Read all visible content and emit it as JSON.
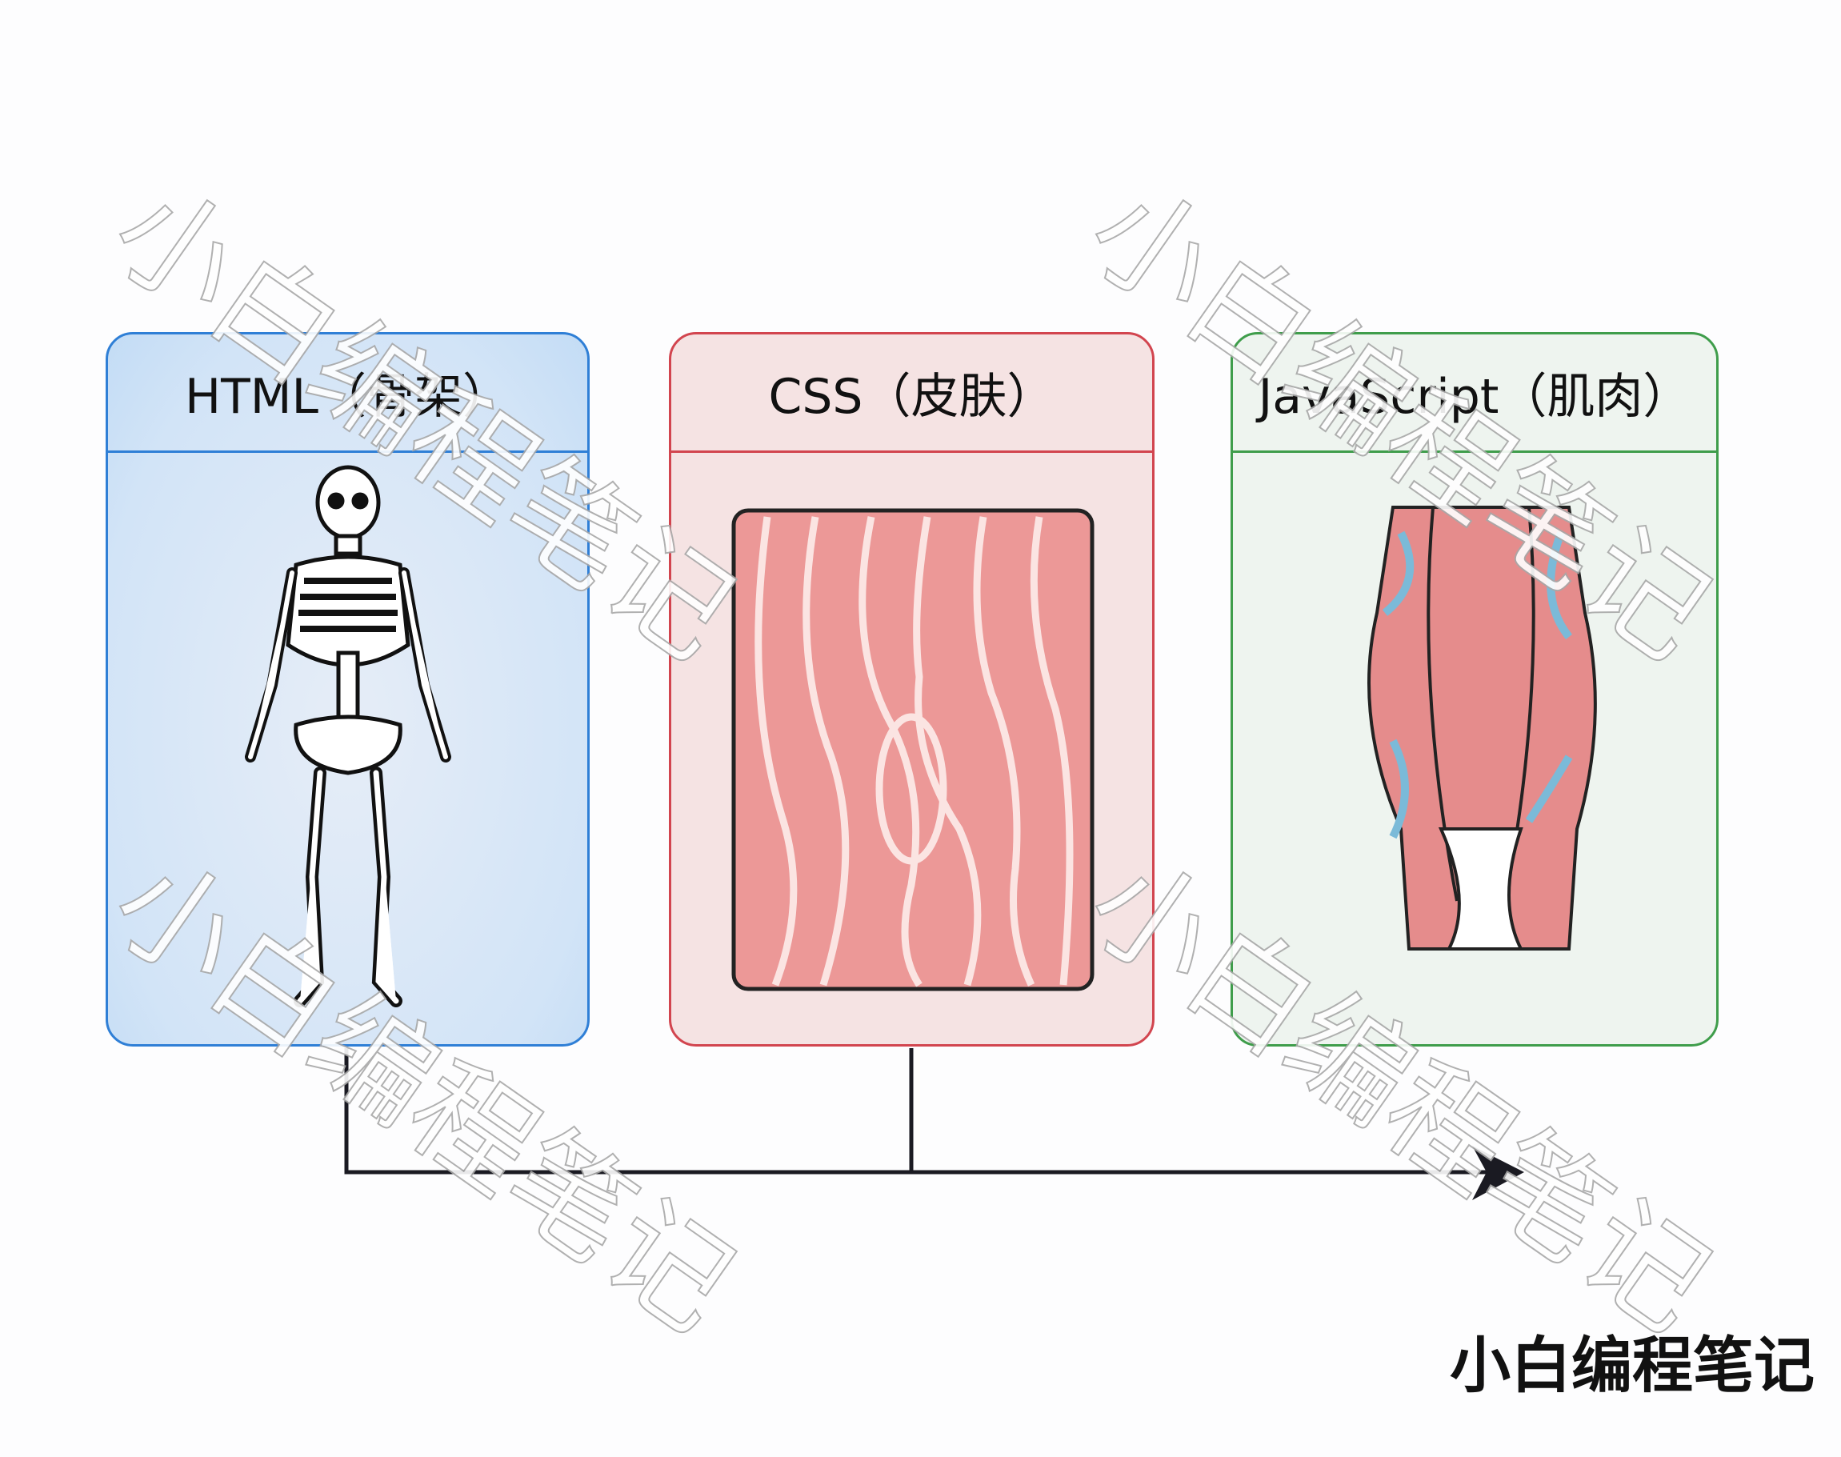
{
  "cards": [
    {
      "title": "HTML（骨架）",
      "color": "#2f7fd6",
      "icon": "skeleton-icon"
    },
    {
      "title": "CSS（皮肤）",
      "color": "#d2454f",
      "icon": "skin-texture-icon"
    },
    {
      "title": "JavaScript（肌肉）",
      "color": "#3f9d4b",
      "icon": "muscle-icon"
    }
  ],
  "watermark": "小白编程笔记",
  "brand": "小白编程笔记"
}
